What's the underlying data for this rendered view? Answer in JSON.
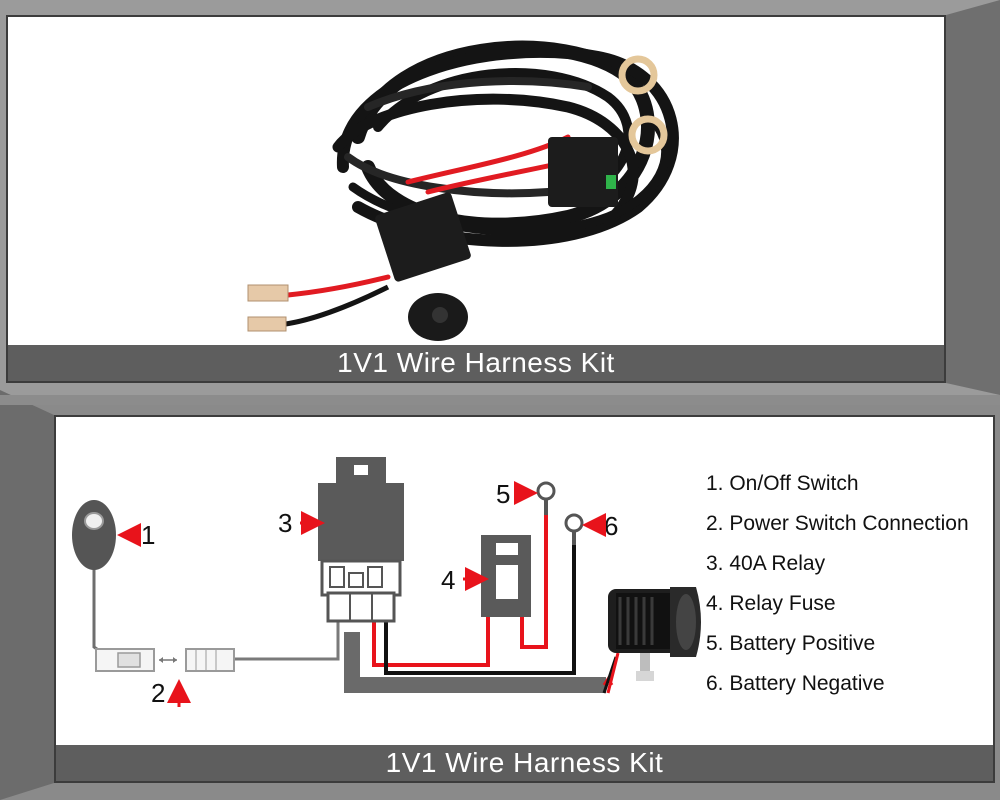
{
  "top_panel": {
    "caption": "1V1 Wire Harness Kit"
  },
  "bottom_panel": {
    "caption": "1V1 Wire Harness Kit",
    "callouts": [
      "1",
      "2",
      "3",
      "4",
      "5",
      "6"
    ],
    "legend": [
      "1. On/Off Switch",
      "2. Power Switch Connection",
      "3. 40A Relay",
      "4. Relay Fuse",
      "5. Battery Positive",
      "6. Battery Negative"
    ]
  },
  "colors": {
    "positive_wire": "#e8131b",
    "negative_wire": "#111111",
    "harness": "#6a6a6a",
    "caption_bar": "#5e5e5e",
    "callout_arrow": "#e8131b"
  },
  "icons": [
    "switch-icon",
    "connector-icon",
    "relay-icon",
    "fuse-icon",
    "ring-terminal-icon",
    "work-light-icon"
  ]
}
